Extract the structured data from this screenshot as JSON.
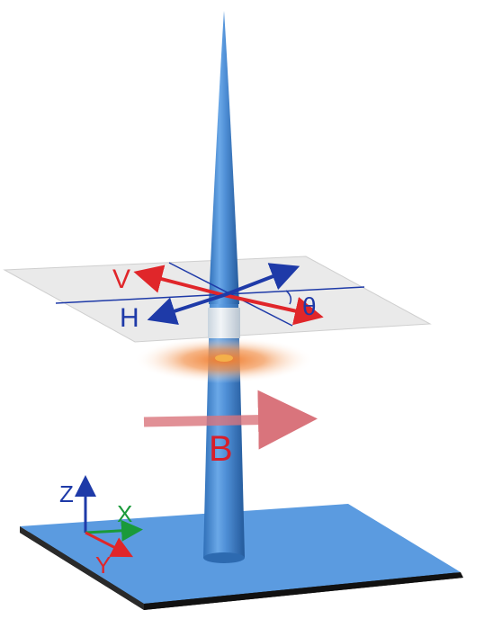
{
  "labels": {
    "v": "V",
    "h": "H",
    "theta": "θ",
    "b": "B",
    "axis_z": "Z",
    "axis_x": "X",
    "axis_y": "Y"
  },
  "colors": {
    "tip_blue": "#4f8fd6",
    "base_blue": "#5b9be0",
    "red_vector": "#e0262a",
    "blue_vector": "#1e3aa8",
    "b_field": "#d9747c",
    "glow": "#f07b2a",
    "plane": "#e6e6e6",
    "axis_green": "#1a9a3a"
  }
}
